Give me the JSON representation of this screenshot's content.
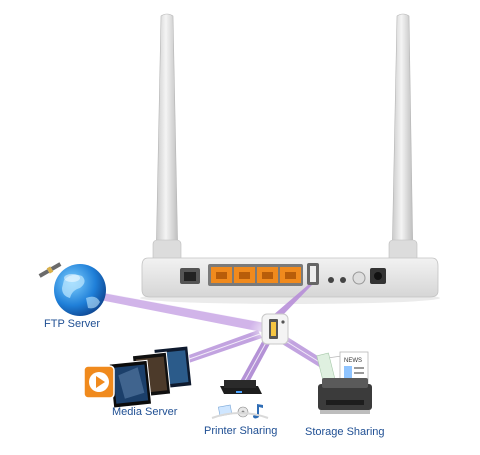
{
  "labels": {
    "ftp": "FTP Server",
    "media": "Media Server",
    "printer": "Printer Sharing",
    "storage": "Storage Sharing",
    "news": "NEWS"
  },
  "colors": {
    "accent_blue": "#1f4f93",
    "beam_purple": "#8a4fb8",
    "port_orange": "#f08a1d",
    "router_body": "#e9e9e9"
  },
  "icons": {
    "ftp": "globe-satellite-icon",
    "media": "video-frames-icon",
    "printer": "print-server-icon",
    "storage": "printer-documents-icon",
    "hub": "usb-port-icon"
  }
}
